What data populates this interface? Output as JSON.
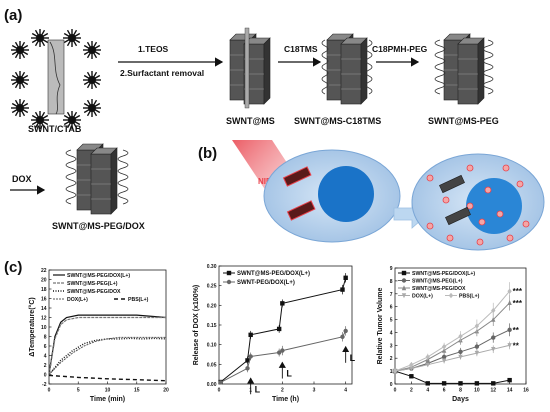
{
  "panels": {
    "a": "(a)",
    "b": "(b)",
    "c": "(c)"
  },
  "scheme": {
    "step1_line1": "1.TEOS",
    "step1_line2": "2.Surfactant removal",
    "step2": "C18TMS",
    "step3": "C18PMH-PEG",
    "step4": "DOX",
    "labels": [
      "SWNT/CTAB",
      "SWNT@MS",
      "SWNT@MS-C18TMS",
      "SWNT@MS-PEG",
      "SWNT@MS-PEG/DOX"
    ]
  },
  "illustration": {
    "nir": "NIR"
  },
  "colors": {
    "nir_red": "#e8404a",
    "cell_blue": "#a9c9e8",
    "nucleus_blue": "#1a73c8",
    "arrow_blue": "#bcd7f0",
    "dox_pink": "#f4a6a6"
  },
  "chart_data": [
    {
      "type": "line",
      "xlabel": "Time (min)",
      "ylabel": "ΔTemperature(°C)",
      "xlim": [
        0,
        20
      ],
      "ylim": [
        -2,
        22
      ],
      "xticks": [
        0,
        5,
        10,
        15,
        20
      ],
      "yticks": [
        -2,
        0,
        2,
        4,
        6,
        8,
        10,
        12,
        14,
        16,
        18,
        20,
        22
      ],
      "legend": [
        "SWNT@MS-PEG/DOX(L+)",
        "SWNT@MS-PEG(L+)",
        "SWNT@MS-PEG/DOX",
        "DOX(L+)",
        "PBS(L+)"
      ],
      "series": [
        {
          "name": "SWNT@MS-PEG/DOX(L+)",
          "x": [
            0,
            1,
            2,
            3,
            5,
            8,
            10,
            15,
            20
          ],
          "y": [
            0,
            8,
            11,
            12,
            12.5,
            12.5,
            12.5,
            12.5,
            12
          ]
        },
        {
          "name": "SWNT@MS-PEG(L+)",
          "x": [
            0,
            1,
            2,
            3,
            5,
            8,
            10,
            15,
            20
          ],
          "y": [
            0,
            7.5,
            10.5,
            11.5,
            12,
            12,
            12,
            12,
            12
          ]
        },
        {
          "name": "SWNT@MS-PEG/DOX",
          "x": [
            0,
            2,
            4,
            6,
            8,
            10,
            12,
            14,
            16,
            18,
            20
          ],
          "y": [
            0,
            3,
            5,
            6.5,
            7.2,
            7.5,
            7.5,
            7.6,
            7.5,
            7.6,
            7.5
          ]
        },
        {
          "name": "DOX(L+)",
          "x": [
            0,
            2,
            4,
            6,
            8,
            10,
            12,
            14,
            16,
            18,
            20
          ],
          "y": [
            0,
            2.5,
            4.5,
            6,
            7,
            7.5,
            7.8,
            7.8,
            7.8,
            7.8,
            7.8
          ]
        },
        {
          "name": "PBS(L+)",
          "x": [
            0,
            5,
            10,
            15,
            20
          ],
          "y": [
            -0.2,
            -0.6,
            -0.9,
            -1.1,
            -1.3
          ]
        }
      ]
    },
    {
      "type": "line",
      "xlabel": "Time (h)",
      "ylabel": "Release of DOX (x100%)",
      "xlim": [
        0,
        4.2
      ],
      "ylim": [
        0,
        0.3
      ],
      "xticks": [
        0,
        1,
        2,
        3,
        4
      ],
      "yticks": [
        0.0,
        0.05,
        0.1,
        0.15,
        0.2,
        0.25,
        0.3
      ],
      "legend": [
        "SWNT@MS-PEG/DOX(L+)",
        "SWNT-PEG/DOX(L+)"
      ],
      "annotations": [
        "L",
        "L",
        "L"
      ],
      "annotation_x": [
        1,
        2,
        4
      ],
      "series": [
        {
          "name": "SWNT@MS-PEG/DOX(L+)",
          "x": [
            0.05,
            0.9,
            1.0,
            1.9,
            2.0,
            3.9,
            4.0
          ],
          "y": [
            0.005,
            0.06,
            0.125,
            0.14,
            0.205,
            0.24,
            0.27
          ],
          "err": [
            0,
            0.01,
            0.01,
            0.01,
            0.01,
            0.012,
            0.012
          ]
        },
        {
          "name": "SWNT-PEG/DOX(L+)",
          "x": [
            0.05,
            0.9,
            1.0,
            1.9,
            2.0,
            3.9,
            4.0
          ],
          "y": [
            0.004,
            0.04,
            0.07,
            0.08,
            0.085,
            0.12,
            0.135
          ],
          "err": [
            0,
            0.01,
            0.01,
            0.01,
            0.012,
            0.012,
            0.012
          ]
        }
      ]
    },
    {
      "type": "line",
      "xlabel": "Days",
      "ylabel": "Relative Tumor Volume",
      "xlim": [
        0,
        16
      ],
      "ylim": [
        0,
        9
      ],
      "xticks": [
        0,
        2,
        4,
        6,
        8,
        10,
        12,
        14,
        16
      ],
      "yticks": [
        0,
        1,
        2,
        3,
        4,
        5,
        6,
        7,
        8,
        9
      ],
      "legend": [
        "SWNT@MS-PEG/DOX(L+)",
        "SWNT@MS-PEG(L+)",
        "SWNT@MS-PEG/DOX",
        "DOX(L+)",
        "PBS(L+)"
      ],
      "significance": [
        "***",
        "***",
        "**",
        "**"
      ],
      "series": [
        {
          "name": "SWNT@MS-PEG/DOX(L+)",
          "x": [
            0,
            2,
            4,
            6,
            8,
            10,
            12,
            14
          ],
          "y": [
            1,
            0.6,
            0.05,
            0.05,
            0.05,
            0.05,
            0.05,
            0.3
          ],
          "err": [
            0,
            0.1,
            0.05,
            0.05,
            0.05,
            0.05,
            0.05,
            0.1
          ]
        },
        {
          "name": "SWNT@MS-PEG(L+)",
          "x": [
            0,
            2,
            4,
            6,
            8,
            10,
            12,
            14
          ],
          "y": [
            1,
            1.2,
            1.6,
            2.1,
            2.5,
            2.9,
            3.6,
            4.2
          ],
          "err": [
            0,
            0.15,
            0.2,
            0.25,
            0.3,
            0.35,
            0.4,
            0.5
          ]
        },
        {
          "name": "SWNT@MS-PEG/DOX",
          "x": [
            0,
            2,
            4,
            6,
            8,
            10,
            12,
            14
          ],
          "y": [
            1,
            1.3,
            1.9,
            2.6,
            3.4,
            4.1,
            5.0,
            6.3
          ],
          "err": [
            0,
            0.15,
            0.2,
            0.3,
            0.35,
            0.4,
            0.5,
            0.6
          ]
        },
        {
          "name": "DOX(L+)",
          "x": [
            0,
            2,
            4,
            6,
            8,
            10,
            12,
            14
          ],
          "y": [
            1,
            1.2,
            1.5,
            1.8,
            2.1,
            2.4,
            2.7,
            3.0
          ],
          "err": [
            0,
            0.1,
            0.15,
            0.2,
            0.2,
            0.25,
            0.3,
            0.3
          ]
        },
        {
          "name": "PBS(L+)",
          "x": [
            0,
            2,
            4,
            6,
            8,
            10,
            12,
            14
          ],
          "y": [
            1,
            1.5,
            2.1,
            2.9,
            3.7,
            4.5,
            5.7,
            7.2
          ],
          "err": [
            0,
            0.2,
            0.25,
            0.3,
            0.4,
            0.5,
            0.6,
            0.7
          ]
        }
      ]
    }
  ]
}
